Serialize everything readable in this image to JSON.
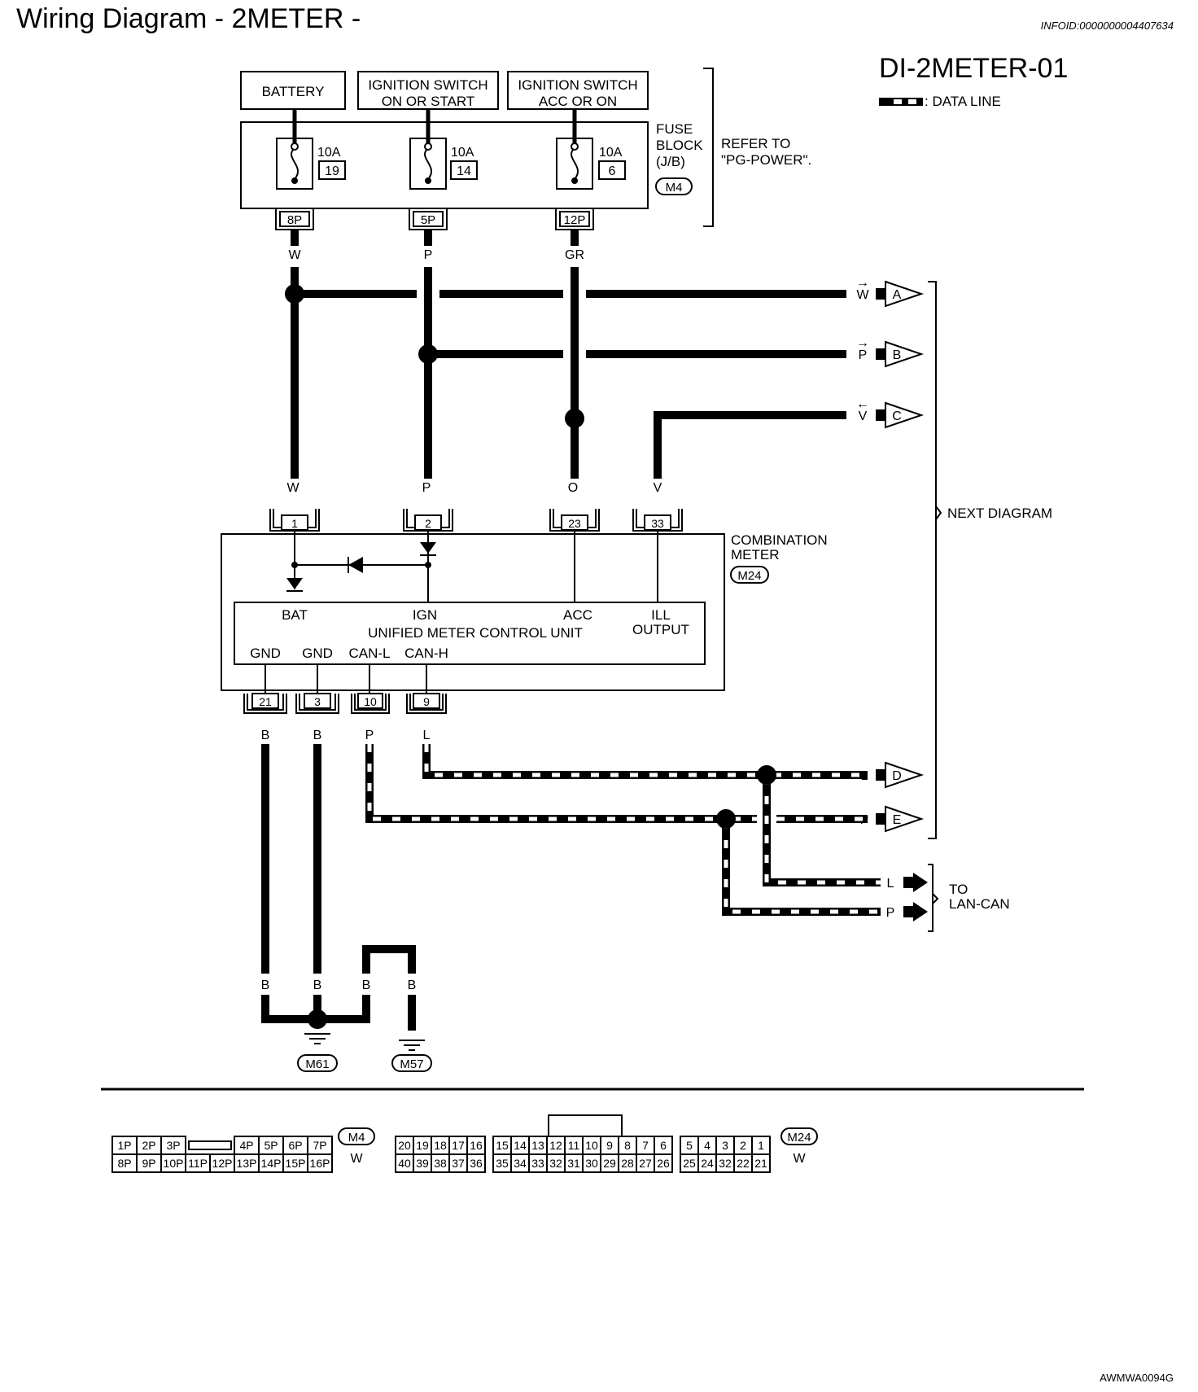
{
  "page": {
    "title": "Wiring Diagram - 2METER -",
    "info_id": "INFOID:0000000004407634",
    "diagram_id": "DI-2METER-01",
    "legend_text": ": DATA LINE",
    "figure_code": "AWMWA0094G"
  },
  "colors": {
    "wire": "#000000",
    "dash": "#ffffff",
    "background": "#ffffff"
  },
  "power_sources": [
    {
      "id": "battery",
      "line1": "BATTERY",
      "line2": ""
    },
    {
      "id": "ign-on-start",
      "line1": "IGNITION SWITCH",
      "line2": "ON OR START"
    },
    {
      "id": "ign-acc-on",
      "line1": "IGNITION SWITCH",
      "line2": "ACC OR ON"
    }
  ],
  "fuses": [
    {
      "amps": "10A",
      "number": "19",
      "terminal": "8P",
      "wire_color": "W"
    },
    {
      "amps": "10A",
      "number": "14",
      "terminal": "5P",
      "wire_color": "P"
    },
    {
      "amps": "10A",
      "number": "6",
      "terminal": "12P",
      "wire_color": "GR"
    }
  ],
  "fuse_block": {
    "label_lines": [
      "FUSE",
      "BLOCK",
      "(J/B)"
    ],
    "connector": "M4",
    "refer_lines": [
      "REFER TO",
      "\"PG-POWER\"."
    ]
  },
  "next_diagram": {
    "label": "NEXT  DIAGRAM",
    "outputs": [
      {
        "letter": "A",
        "wire": "W",
        "arrow": "→"
      },
      {
        "letter": "B",
        "wire": "P",
        "arrow": "→"
      },
      {
        "letter": "C",
        "wire": "V",
        "arrow": "←"
      },
      {
        "letter": "D",
        "wire": "L",
        "arrow": ""
      },
      {
        "letter": "E",
        "wire": "P",
        "arrow": ""
      }
    ]
  },
  "meter": {
    "name_lines": [
      "COMBINATION",
      "METER"
    ],
    "connector": "M24",
    "unit_label": "UNIFIED METER CONTROL UNIT",
    "top_pins": [
      {
        "pin": "1",
        "wire": "W",
        "label": "BAT"
      },
      {
        "pin": "2",
        "wire": "P",
        "label": "IGN"
      },
      {
        "pin": "23",
        "wire": "O",
        "label": "ACC"
      },
      {
        "pin": "33",
        "wire": "V",
        "label": "ILL",
        "label2": "OUTPUT"
      }
    ],
    "bottom_pins": [
      {
        "pin": "21",
        "wire": "B",
        "label": "GND"
      },
      {
        "pin": "3",
        "wire": "B",
        "label": "GND"
      },
      {
        "pin": "10",
        "wire": "P",
        "label": "CAN-L"
      },
      {
        "pin": "9",
        "wire": "L",
        "label": "CAN-H"
      }
    ]
  },
  "lan_can": {
    "label_lines": [
      "TO",
      "LAN-CAN"
    ],
    "wires": [
      "L",
      "P"
    ]
  },
  "grounds": [
    {
      "connector": "M61",
      "wires": [
        "B",
        "B",
        "B"
      ]
    },
    {
      "connector": "M57",
      "wires": [
        "B"
      ]
    }
  ],
  "connector_faces": [
    {
      "name": "M4",
      "color": "W",
      "row1": [
        "1P",
        "2P",
        "3P",
        "",
        "4P",
        "5P",
        "6P",
        "7P"
      ],
      "row2": [
        "8P",
        "9P",
        "10P",
        "11P",
        "12P",
        "13P",
        "14P",
        "15P",
        "16P"
      ]
    },
    {
      "name": "M24",
      "color": "W",
      "row1": [
        "20",
        "19",
        "18",
        "17",
        "16",
        "",
        "15",
        "14",
        "13",
        "12",
        "11",
        "10",
        "9",
        "8",
        "7",
        "6",
        "",
        "5",
        "4",
        "3",
        "2",
        "1"
      ],
      "row2": [
        "40",
        "39",
        "38",
        "37",
        "36",
        "",
        "35",
        "34",
        "33",
        "32",
        "31",
        "30",
        "29",
        "28",
        "27",
        "26",
        "",
        "25",
        "24",
        "32",
        "22",
        "21"
      ]
    }
  ]
}
